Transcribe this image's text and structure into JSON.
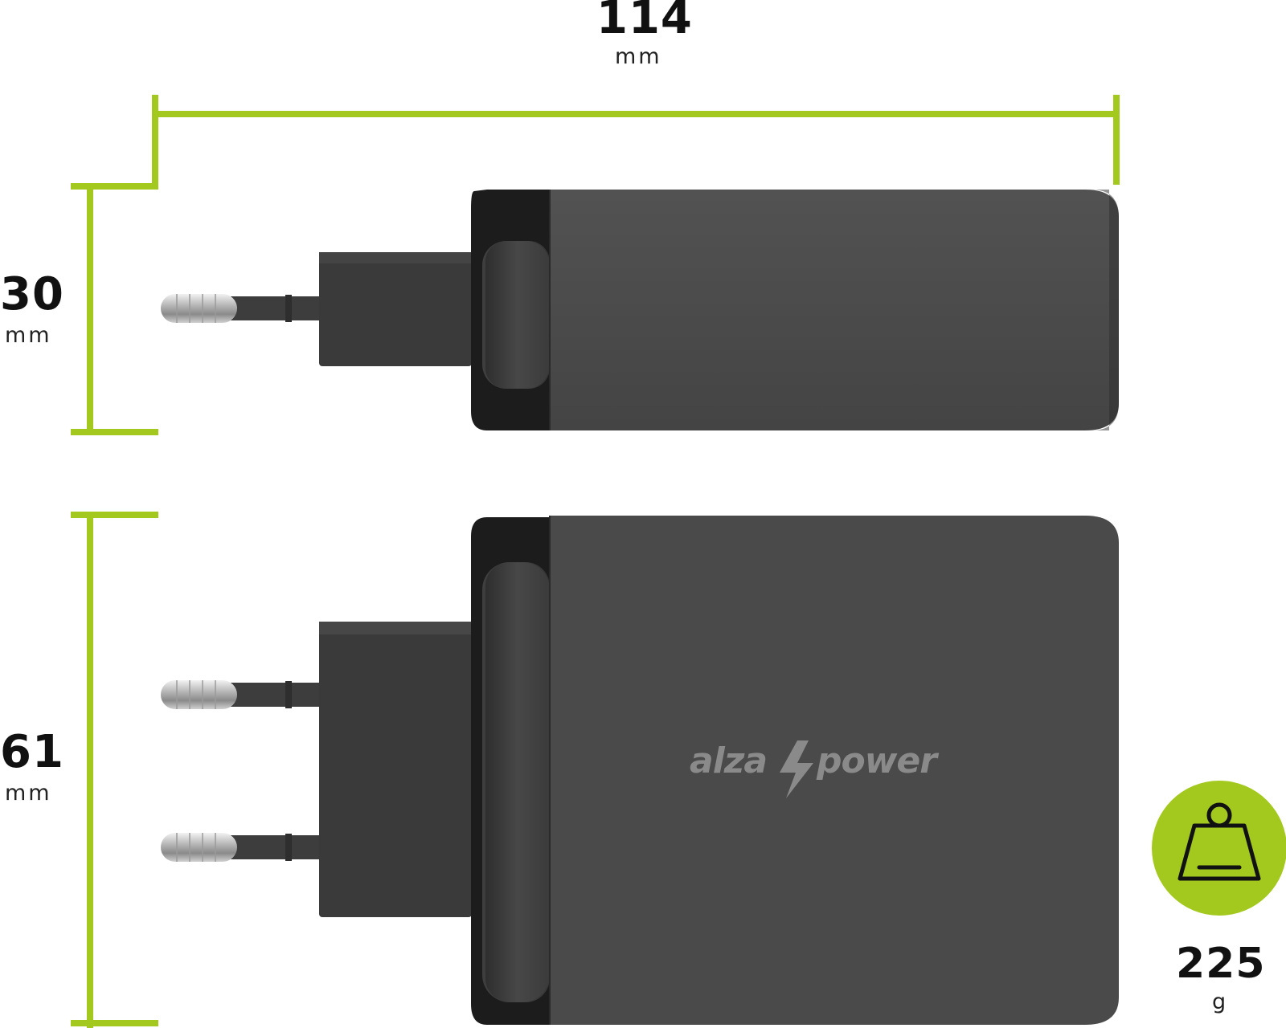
{
  "colors": {
    "accent": "#a3c91e",
    "body_dark": "#484848",
    "body_front": "#4e4e4e",
    "edge_black": "#1c1c1c",
    "plug": "#3a3a3a",
    "pin_metal": "#bdbdbd",
    "logo": "#8a8a8a",
    "text": "#111111"
  },
  "dimensions": {
    "width": {
      "value": "114",
      "unit": "mm"
    },
    "depth": {
      "value": "30",
      "unit": "mm"
    },
    "height": {
      "value": "61",
      "unit": "mm"
    }
  },
  "weight": {
    "value": "225",
    "unit": "g",
    "icon": "weight-icon"
  },
  "logo": {
    "left": "alza",
    "right": "power",
    "icon": "lightning-bolt-icon"
  }
}
